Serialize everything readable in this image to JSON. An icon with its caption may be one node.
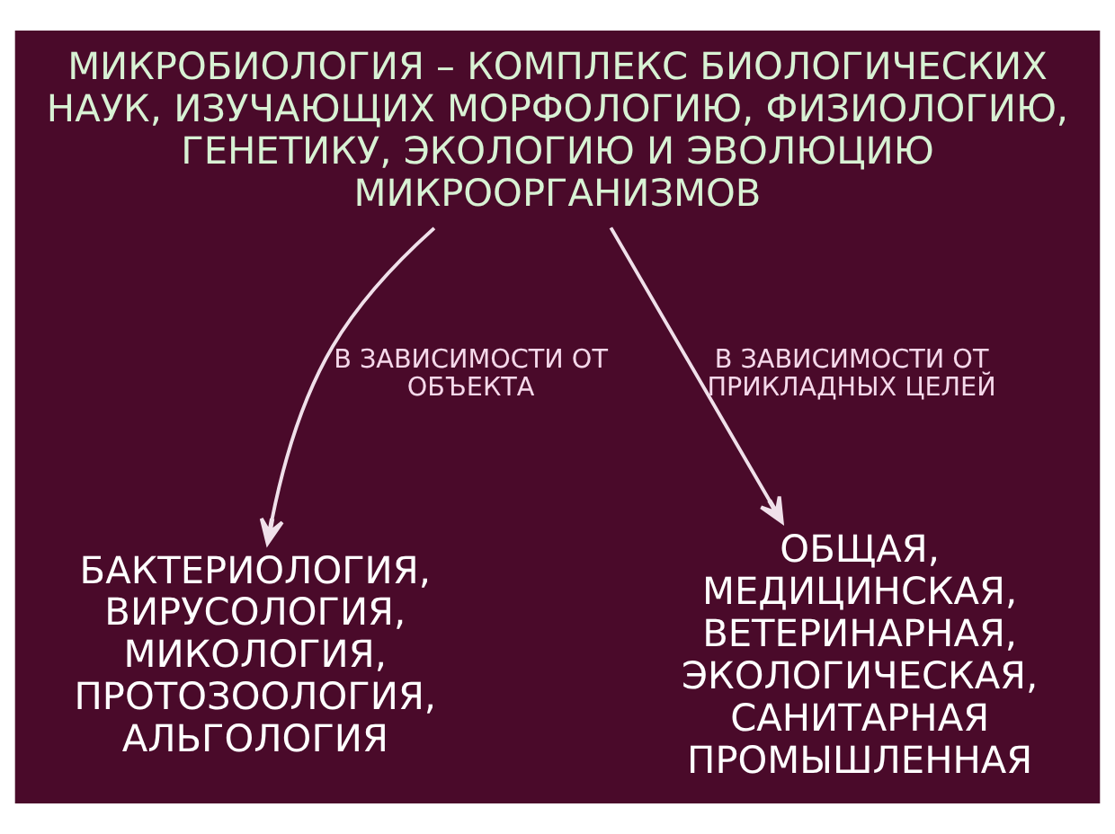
{
  "diagram": {
    "nodes": [
      {
        "text": [
          "МИКРОБИОЛОГИЯ – КОМПЛЕКС БИОЛОГИЧЕСКИХ НАУК, ИЗУЧАЮЩИХ МОРФОЛОГИЮ, ФИЗИОЛОГИЮ, ГЕНЕТИКУ, ЭКОЛОГИЮ И ЭВОЛЮЦИЮ МИКРООРГАНИЗМОВ"
        ]
      },
      {
        "text": [
          "БАКТЕРИОЛОГИЯ, ВИРУСОЛОГИЯ, МИКОЛОГИЯ, ПРОТОЗООЛОГИЯ, АЛЬГОЛОГИЯ"
        ]
      },
      {
        "text": [
          "ОБЩАЯ, МЕДИЦИНСКАЯ, ВЕТЕРИНАРНАЯ, ЭКОЛОГИЧЕСКАЯ, САНИТАРНАЯ ПРОМЫШЛЕННАЯ"
        ]
      }
    ],
    "edges": [
      {
        "from": 0,
        "to": 1,
        "arrow": "to",
        "label": "В ЗАВИСИМОСТИ ОТ ОБЪЕКТА"
      },
      {
        "from": 0,
        "to": 2,
        "arrow": "to",
        "label": "В ЗАВИСИМОСТИ ОТ ПРИКЛАДНЫХ ЦЕЛЕЙ"
      }
    ]
  }
}
